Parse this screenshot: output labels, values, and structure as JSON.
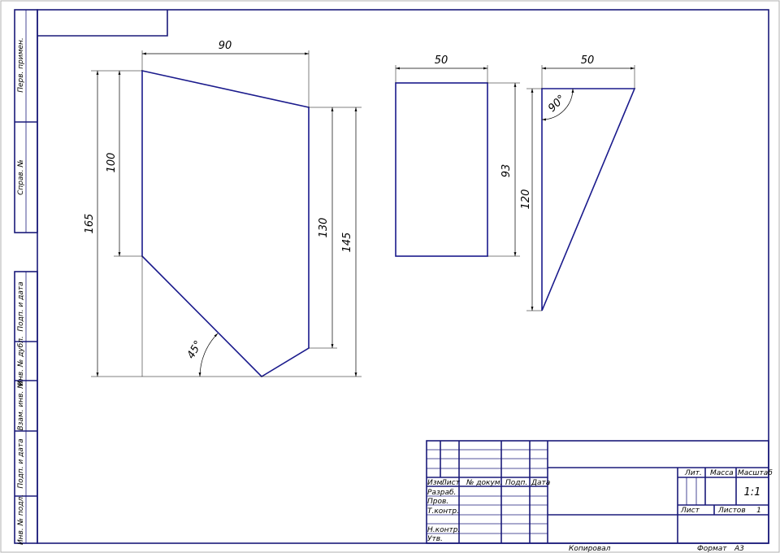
{
  "drawing": {
    "front_view": {
      "width": "90",
      "height_total": "165",
      "height_upper": "100",
      "right_edge": "130",
      "right_total": "145",
      "angle": "45°"
    },
    "side_view": {
      "width": "50",
      "height": "93"
    },
    "top_view": {
      "width": "50",
      "height": "120",
      "angle": "90°"
    }
  },
  "side_strip": {
    "perv_primen": "Перв. примен.",
    "sprav_no": "Справ. №",
    "podp_data_1": "Подп. и дата",
    "inv_dubl": "Инв. № дубл.",
    "vzam_inv": "Взам. инв. №",
    "podp_data_2": "Подп. и дата",
    "inv_podl": "Инв. № подл."
  },
  "title_block": {
    "izm": "Изм.",
    "list": "Лист",
    "n_dokum": "№ докум.",
    "podp": "Подп.",
    "data": "Дата",
    "razrab": "Разраб.",
    "prov": "Пров.",
    "t_kontr": "Т.контр.",
    "n_kontr": "Н.контр.",
    "utv": "Утв.",
    "lit": "Лит.",
    "massa": "Масса",
    "masshtab": "Масштаб",
    "scale_value": "1:1",
    "list_label": "Лист",
    "listov_label": "Листов",
    "listov_value": "1",
    "kopiroval": "Копировал",
    "format": "Формат",
    "format_value": "А3"
  }
}
